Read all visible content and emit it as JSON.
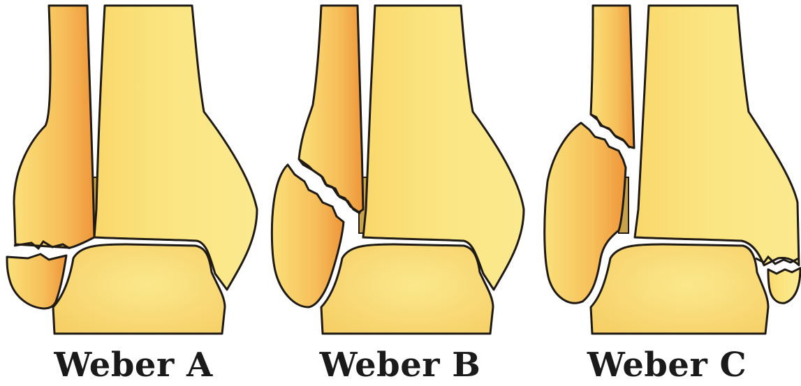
{
  "colors": {
    "bone_light": "#fbe98a",
    "bone_mid": "#f8d46c",
    "bone_dark": "#ef9a3c",
    "outline": "#1f1a14",
    "syndesmosis": "#c9a34a",
    "background": "#ffffff",
    "caption": "#1a1a1a"
  },
  "panels": [
    {
      "caption": "Weber A"
    },
    {
      "caption": "Weber B"
    },
    {
      "caption": "Weber C"
    }
  ]
}
